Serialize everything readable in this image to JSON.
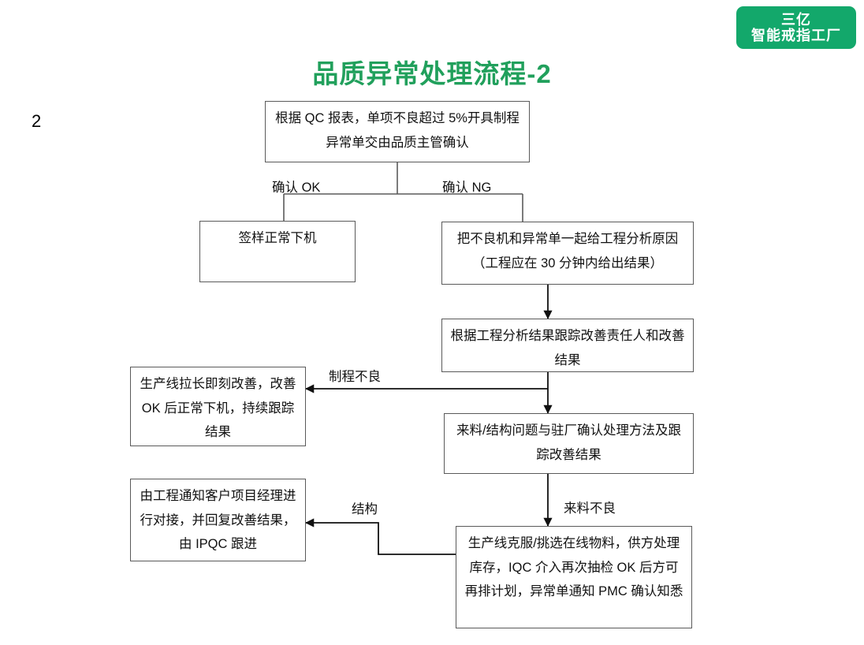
{
  "logo": {
    "line1": "三亿",
    "line2": "智能戒指工厂",
    "color": "#13a86b"
  },
  "title": {
    "text": "品质异常处理流程-2",
    "color": "#21a05c"
  },
  "slide_number": "2",
  "flow": {
    "nodes": [
      {
        "id": "qc-report",
        "name": "node-qc-report",
        "text": "根据 QC 报表，单项不良超过 5%开具制程异常单交由品质主管确认"
      },
      {
        "id": "sign-sample-ok",
        "name": "node-sign-sample-normal-offline",
        "text": "签样正常下机"
      },
      {
        "id": "engineering-analysis",
        "name": "node-engineering-analysis",
        "text": "把不良机和异常单一起给工程分析原因（工程应在 30 分钟内给出结果）"
      },
      {
        "id": "track-improvement",
        "name": "node-track-improvement-owner",
        "text": "根据工程分析结果跟踪改善责任人和改善结果"
      },
      {
        "id": "line-leader-improve",
        "name": "node-line-leader-immediate-improve",
        "text": "生产线拉长即刻改善，改善 OK 后正常下机，持续跟踪结果"
      },
      {
        "id": "material-structure",
        "name": "node-material-structure-confirm",
        "text": "来料/结构问题与驻厂确认处理方法及跟踪改善结果"
      },
      {
        "id": "notify-customer-pm",
        "name": "node-notify-customer-project-manager",
        "text": "由工程通知客户项目经理进行对接，并回复改善结果，由 IPQC 跟进"
      },
      {
        "id": "line-overcome-sort",
        "name": "node-line-overcome-sort-material",
        "text": "生产线克服/挑选在线物料，供方处理库存，IQC 介入再次抽检 OK 后方可再排计划，异常单通知 PMC 确认知悉"
      }
    ],
    "edge_labels": [
      {
        "id": "confirm-ok",
        "name": "edge-label-confirm-ok",
        "text": "确认 OK"
      },
      {
        "id": "confirm-ng",
        "name": "edge-label-confirm-ng",
        "text": "确认 NG"
      },
      {
        "id": "process-defect",
        "name": "edge-label-process-defect",
        "text": "制程不良"
      },
      {
        "id": "structure",
        "name": "edge-label-structure",
        "text": "结构"
      },
      {
        "id": "incoming-defect",
        "name": "edge-label-incoming-material-defect",
        "text": "来料不良"
      }
    ]
  },
  "style": {
    "line_color": "#5a5a5a",
    "arrow_color": "#111111"
  }
}
